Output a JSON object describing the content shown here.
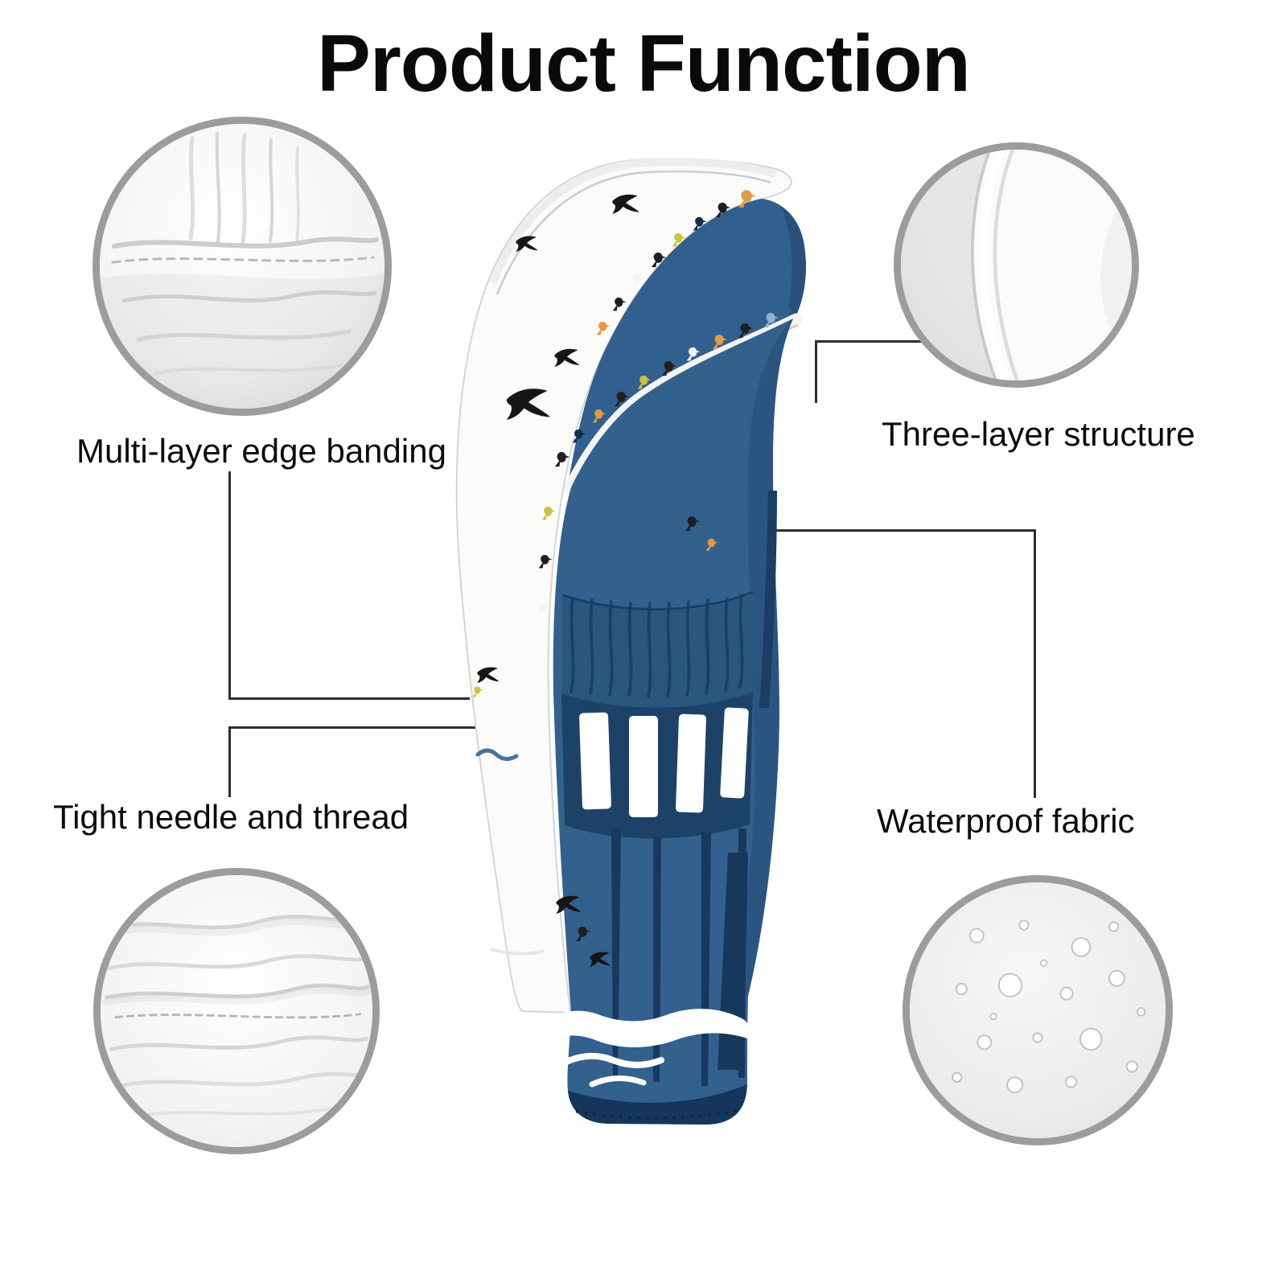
{
  "title": "Product Function",
  "features": [
    {
      "name": "edge-banding",
      "label": "Multi-layer edge banding"
    },
    {
      "name": "three-layer",
      "label": "Three-layer structure"
    },
    {
      "name": "needle-thread",
      "label": "Tight needle and thread"
    },
    {
      "name": "waterproof",
      "label": "Waterproof fabric"
    }
  ],
  "colors": {
    "ring_gray": "#9c9c9c",
    "connector_line": "#2e2e2e",
    "text": "#0b0b0b",
    "product_blue": "#33618e",
    "product_navy": "#17395d",
    "product_white": "#fbfbfa",
    "bird_orange": "#e29a45",
    "bird_yellow": "#c9c43c"
  }
}
